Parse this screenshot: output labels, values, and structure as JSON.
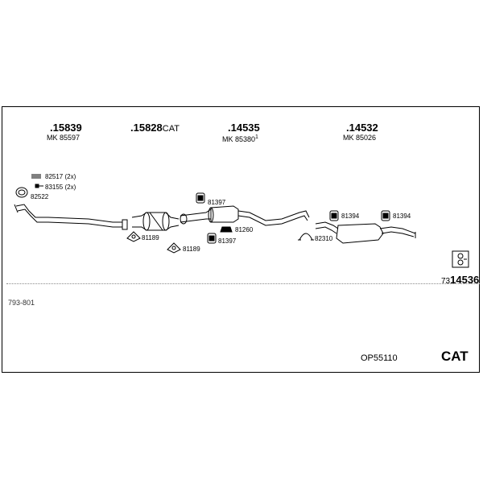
{
  "parts": [
    {
      "number": ".15839",
      "suffix": "",
      "mk": "MK 85597",
      "mk_sup": ""
    },
    {
      "number": ".15828",
      "suffix": "CAT",
      "mk": "",
      "mk_sup": ""
    },
    {
      "number": ".14535",
      "suffix": "",
      "mk": "MK 85380",
      "mk_sup": "1"
    },
    {
      "number": ".14532",
      "suffix": "",
      "mk": "MK 85026",
      "mk_sup": ""
    }
  ],
  "labels": {
    "clamp_82517": "82517 (2x)",
    "bolt_83155": "83155 (2x)",
    "ring_82522": "82522",
    "gasket_81189_a": "81189",
    "gasket_81189_b": "81189",
    "hanger_81397_a": "81397",
    "hanger_81260": "81260",
    "hanger_81397_b": "81397",
    "clamp_82310": "82310",
    "hanger_81394_a": "81394",
    "hanger_81394_b": "81394"
  },
  "kit": {
    "prefix": "73",
    "number": "14536"
  },
  "footer": {
    "code": "793-801",
    "ref": "OP55110",
    "type": "CAT"
  }
}
